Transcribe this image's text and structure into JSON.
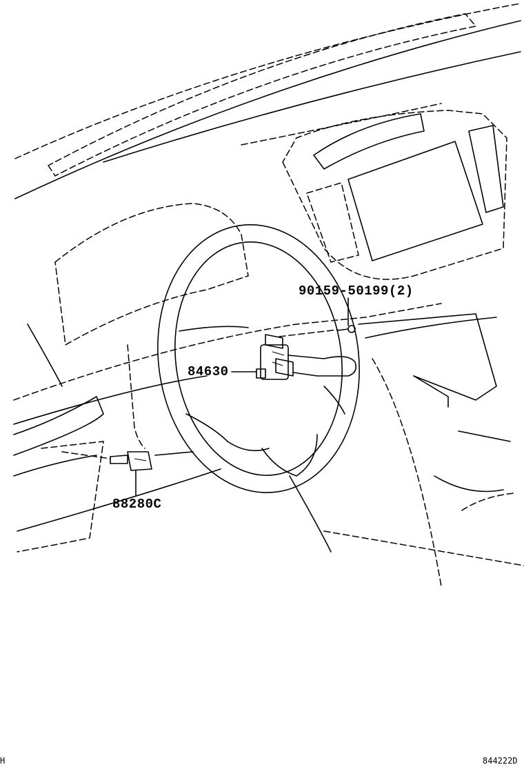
{
  "diagram": {
    "callouts": {
      "bolt": "90159-50199(2)",
      "switch": "84630",
      "sensor": "88280C"
    },
    "footer": {
      "left_code": "H",
      "right_code": "844222D"
    }
  }
}
